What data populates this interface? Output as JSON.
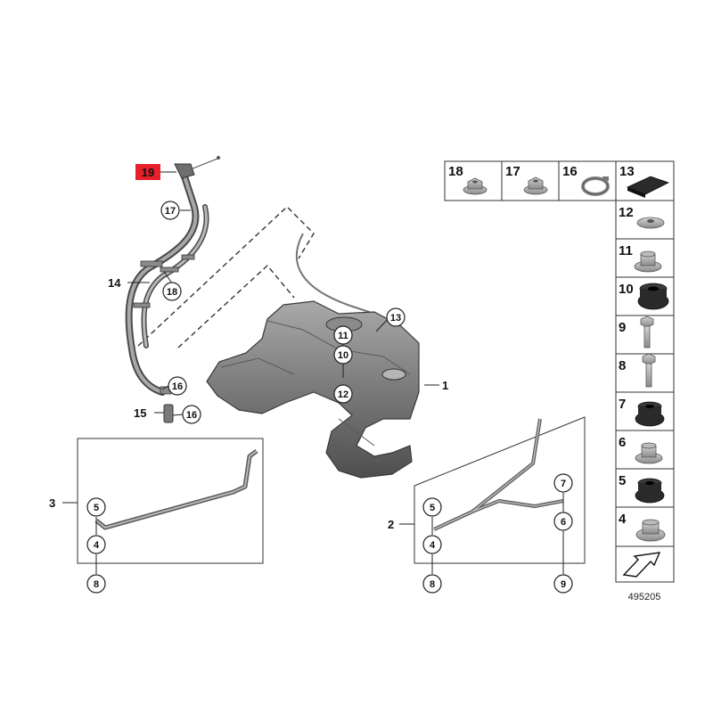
{
  "callouts": {
    "c1": "1",
    "c2": "2",
    "c3": "3",
    "c4a": "4",
    "c4b": "4",
    "c5a": "5",
    "c5b": "5",
    "c6": "6",
    "c7": "7",
    "c8a": "8",
    "c8b": "8",
    "c9": "9",
    "c10": "10",
    "c11": "11",
    "c12": "12",
    "c13": "13",
    "c14": "14",
    "c15": "15",
    "c16a": "16",
    "c16b": "16",
    "c17": "17",
    "c18": "18",
    "c19": "19"
  },
  "parts_grid": {
    "top_row": [
      "18",
      "17",
      "16",
      "13"
    ],
    "column": [
      "12",
      "11",
      "10",
      "9",
      "8",
      "7",
      "6",
      "5",
      "4"
    ]
  },
  "figure_number": "495205",
  "colors": {
    "highlight": "#e8202a"
  }
}
